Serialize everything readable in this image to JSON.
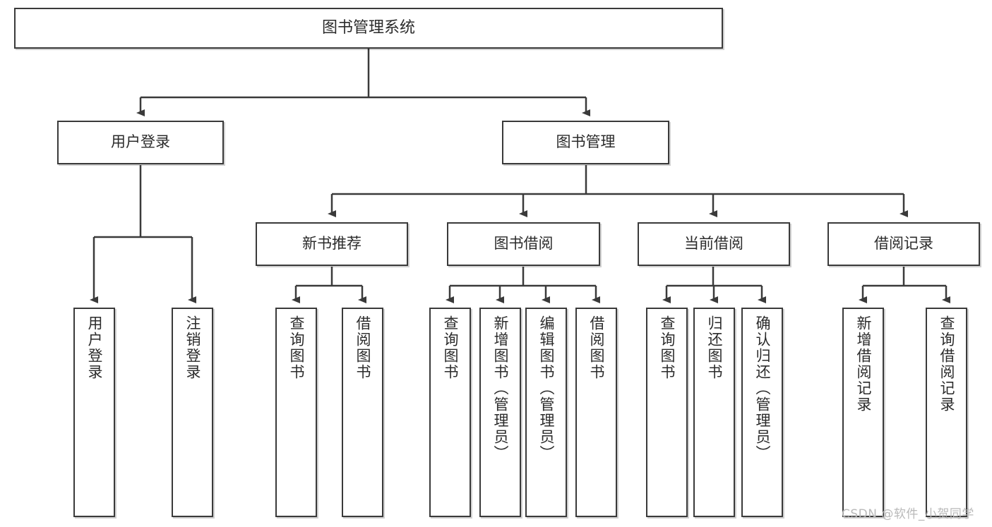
{
  "diagram": {
    "title": "图书管理系统",
    "type": "tree",
    "root": {
      "label": "图书管理系统"
    },
    "level2": [
      {
        "label": "用户登录"
      },
      {
        "label": "图书管理"
      }
    ],
    "level3": [
      {
        "label": "新书推荐"
      },
      {
        "label": "图书借阅"
      },
      {
        "label": "当前借阅"
      },
      {
        "label": "借阅记录"
      }
    ],
    "leaves": {
      "user_login": [
        {
          "label": "用户登录"
        },
        {
          "label": "注销登录"
        }
      ],
      "new_book_recommend": [
        {
          "label": "查询图书"
        },
        {
          "label": "借阅图书"
        }
      ],
      "book_borrow": [
        {
          "label": "查询图书"
        },
        {
          "label": "新增图书（管理员）"
        },
        {
          "label": "编辑图书（管理员）"
        },
        {
          "label": "借阅图书"
        }
      ],
      "current_borrow": [
        {
          "label": "查询图书"
        },
        {
          "label": "归还图书"
        },
        {
          "label": "确认归还（管理员）"
        }
      ],
      "borrow_record": [
        {
          "label": "新增借阅记录"
        },
        {
          "label": "查询借阅记录"
        }
      ]
    }
  },
  "watermark": "CSDN @软件_小贺同学",
  "colors": {
    "border": "#3a3a3a",
    "text": "#2b2b2b",
    "background": "#ffffff",
    "watermark": "#b9b9b9"
  }
}
